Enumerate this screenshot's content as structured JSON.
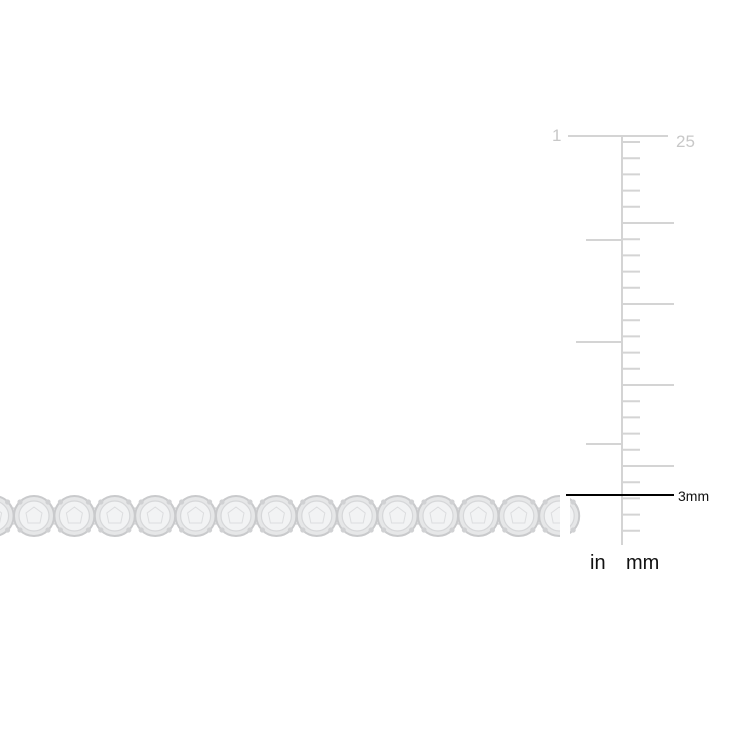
{
  "ruler": {
    "top_in_value": "1",
    "top_mm_value": "25",
    "in_label": "in",
    "mm_label": "mm",
    "size_label": "3mm",
    "tick_color": "#d4d4d4",
    "marker_color": "#000000"
  },
  "bracelet": {
    "metal_color": "#c9cacc",
    "stone_color": "#f2f3f4",
    "visible_stones": 14
  }
}
